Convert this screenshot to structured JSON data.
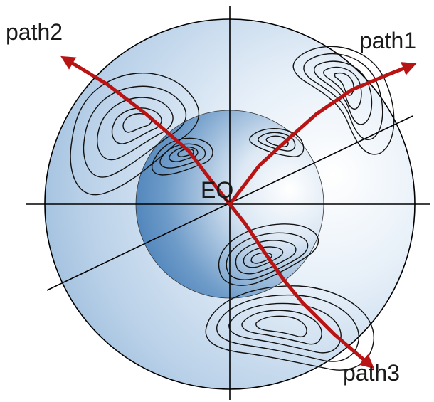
{
  "labels": {
    "center": "EQ",
    "path1": "path1",
    "path2": "path2",
    "path3": "path3"
  },
  "colors": {
    "arrow": "#b81414",
    "outer_sphere_light": "#f2f7fc",
    "outer_sphere_dark": "#8fb3d6",
    "inner_sphere_light": "#eef4fa",
    "inner_sphere_dark": "#3f78b4",
    "contour": "#111111"
  }
}
